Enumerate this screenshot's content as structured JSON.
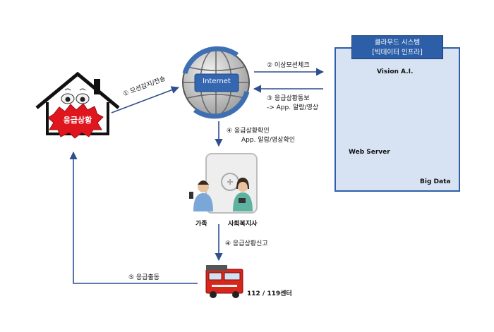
{
  "house": {
    "alert_label": "응급상황"
  },
  "internet": {
    "label": "Internet"
  },
  "cloud": {
    "title_line1": "클라우드 시스템",
    "title_line2": "[빅데이터 인프라]",
    "vision_ai": "Vision A.I.",
    "web_server": "Web Server",
    "big_data": "Big Data"
  },
  "steps": {
    "s1": "① 모션감지/전송",
    "s2": "② 이상모션체크",
    "s3_line1": "③ 응급상황통보",
    "s3_line2": "-> App. 알람/영상",
    "s4a_line1": "④ 응급상황확인",
    "s4a_line2": "App. 알람/영상확인",
    "s4b": "④ 응급상황신고",
    "s5": "⑤ 응급출동"
  },
  "people": {
    "family": "가족",
    "social_worker": "사회복지사"
  },
  "center": {
    "label": "112 / 119센터"
  },
  "colors": {
    "arrow": "#2f4f8f",
    "alert_red": "#e0161f",
    "cloud_blue": "#2d5fa8",
    "cloud_fill": "#d7e3f3",
    "truck_red": "#d9261c"
  }
}
